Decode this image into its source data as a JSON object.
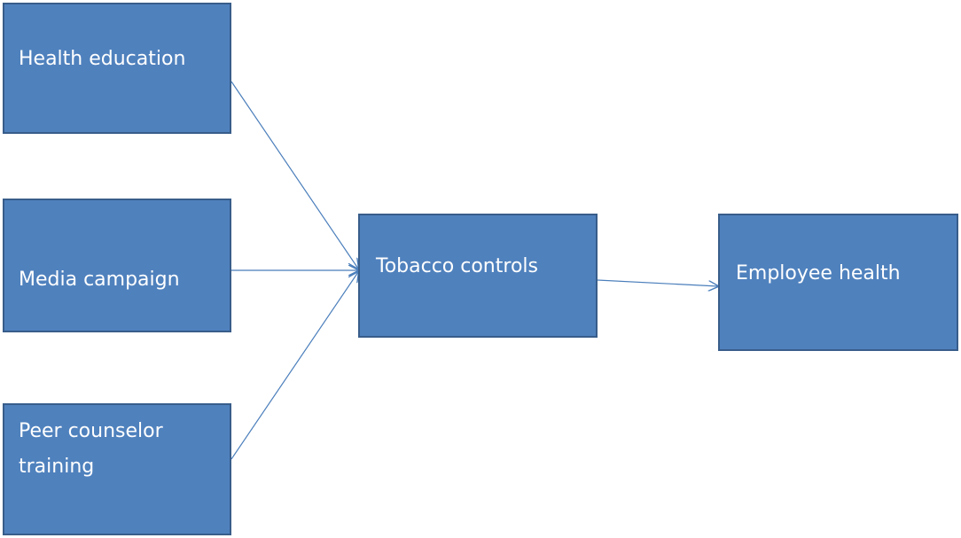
{
  "nodes": {
    "health_education": "Health education",
    "media_campaign": "Media campaign",
    "peer_counselor_training": "Peer counselor training",
    "tobacco_controls": "Tobacco controls",
    "employee_health": "Employee health"
  },
  "colors": {
    "box_fill": "#4f81bd",
    "box_border": "#385d8a",
    "box_text": "#ffffff",
    "arrow": "#4a7ebb"
  },
  "edges": [
    {
      "from": "health_education",
      "to": "tobacco_controls"
    },
    {
      "from": "media_campaign",
      "to": "tobacco_controls"
    },
    {
      "from": "peer_counselor_training",
      "to": "tobacco_controls"
    },
    {
      "from": "tobacco_controls",
      "to": "employee_health"
    }
  ]
}
